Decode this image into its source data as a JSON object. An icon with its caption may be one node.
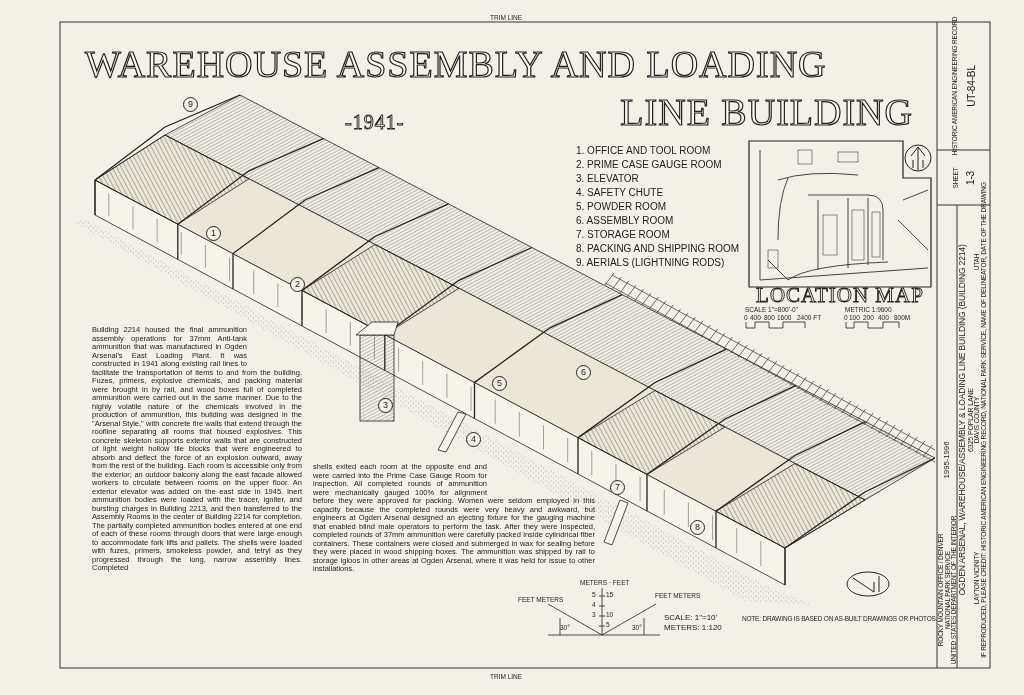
{
  "diagram": {
    "title": "WAREHOUSE ASSEMBLY AND LOADING LINE BUILDING",
    "nodes": [
      {
        "text": [
          "LOCATION MAP"
        ]
      }
    ],
    "labels": [
      "-1941-",
      "1. OFFICE AND TOOL ROOM",
      "2. PRIME CASE GAUGE ROOM",
      "3. ELEVATOR",
      "4. SAFETY CHUTE",
      "5. POWDER ROOM",
      "6. ASSEMBLY ROOM",
      "7. STORAGE ROOM",
      "8. PACKING AND SHIPPING ROOM",
      "9. AERIALS (LIGHTNING RODS)",
      "SCALE 1\"=800'-0\"",
      "0",
      "400",
      "800",
      "1600",
      "2400 FT",
      "METRIC 1:9600",
      "0",
      "100",
      "200",
      "400",
      "800M",
      "9",
      "1",
      "2",
      "6",
      "5",
      "3",
      "4",
      "7",
      "8",
      "Building 2214 housed the final ammunition assembly operations for 37mm Anti-tank ammunition that was manufactured in Ogden Arsenal's East Loading Plant. It was constructed in 1941 along existing rail lines to facilitate the transportation of items to and from the building. Fuzes, primers, explosive chemicals, and packing material were brought in by rail, and wood boxes full of completed ammunition were carried out in the same manner. Due to the highly volatile nature of the chemicals involved in the production of ammunition, this building was designed in the \"Arsenal Style,\" with concrete fire walls that extend through the roofline separating all rooms that housed explosives. This concrete skeleton supports exterior walls that are constructed of light weight hollow tile blocks that were engineered to absorb and deflect the force of an explosion outward, away from the rest of the building. Each room is accessible only from the exterior; an outdoor balcony along the east facade allowed workers to circulate between rooms on the upper floor. An exterior elevator was added on the east side in 1945. Inert ammunition bodies were loaded with the tracer, igniter, and bursting charges in Building 2213, and then transferred to the Assembly Rooms in the center of Building 2214 for completion. The partially completed ammunition bodies entered at one end of each of these rooms through doors that were large enough to accommodate fork lifts and pallets. The shells were loaded with fuzes, primers, smokeless powder, and tetryl as they progressed through the long, narrow assembly lines. Completed",
      "shells exited each room at the opposite end and were carried into the Prime Case Gauge Room for inspection. All completed rounds of ammunition were mechanically gauged 100% for alignment before they were approved for packing. Women were seldom employed in this capacity because the completed rounds were very heavy and awkward, but engineers at Ogden Arsenal designed an ejecting fixture for the gauging machine that enabled blind male operators to perform the task. After they were inspected, completed rounds of 37mm ammunition were carefully packed inside cylindrical fiber containers. These containers were closed and submerged in wax for sealing before they were placed in wood shipping boxes. The ammunition was shipped by rail to storage igloos in other areas at Ogden Arsenal, where it was held for issue to other installations.",
      "METERS · FEET",
      "5",
      "15",
      "4",
      "3",
      "10",
      "5",
      "FEET METERS",
      "FEET METERS",
      "30°",
      "30°",
      "SCALE: 1\"=10'",
      "METERS: 1:120",
      "NOTE: DRAWING IS BASED ON AS-BUILT DRAWINGS OR PHOTOS.",
      "1995-1996",
      "ROCKY MOUNTAIN OFFICE / DENVER",
      "NATIONAL PARK SERVICE",
      "UNITED STATES DEPARTMENT OF THE INTERIOR",
      "OGDEN ARSENAL, WAREHOUSE/ASSEMBLY & LOADING LINE BUILDING (BUILDING 2214)",
      "6325 POPLAR LANE",
      "DAVIS COUNTY",
      "LAYTON VICINITY",
      "UTAH",
      "SHEET",
      "1-3",
      "HISTORIC AMERICAN ENGINEERING RECORD",
      "UT-84-BL",
      "IF REPRODUCED, PLEASE CREDIT: HISTORIC AMERICAN ENGINEERING RECORD, NATIONAL PARK SERVICE, NAME OF DELINEATOR, DATE OF THE DRAWING",
      "TRIM LINE",
      "TRIM LINE"
    ]
  }
}
